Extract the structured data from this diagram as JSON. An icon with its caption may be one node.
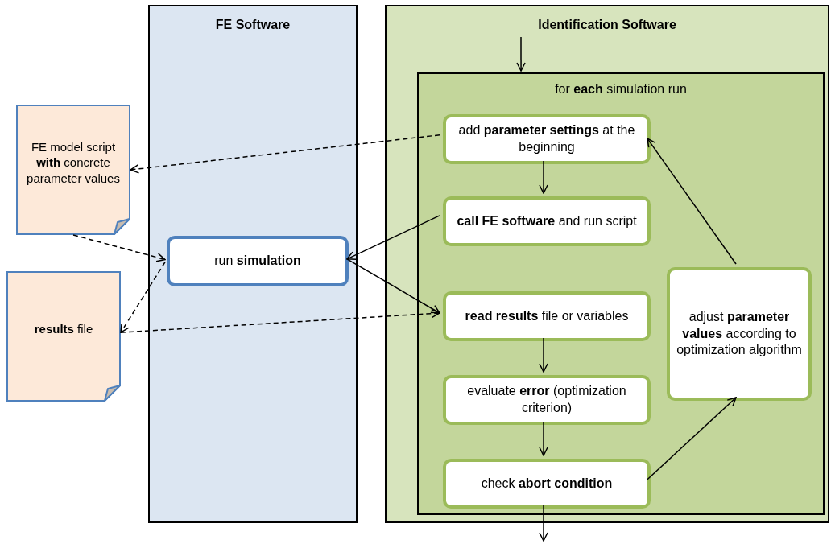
{
  "diagram": {
    "nodes": [
      {
        "text": [
          "FE Software"
        ]
      },
      {
        "text": [
          "Identification Software"
        ]
      },
      {
        "text": [
          "for **each** simulation run"
        ],
        "in": 1
      },
      {
        "text": [
          "add **parameter settings** at the beginning"
        ],
        "in": 2
      },
      {
        "text": [
          "**call FE software** and run script"
        ],
        "in": 2
      },
      {
        "text": [
          "**read results** file or variables"
        ],
        "in": 2
      },
      {
        "text": [
          "evaluate **error** (optimization criterion)"
        ],
        "in": 2
      },
      {
        "text": [
          "check **abort condition**"
        ],
        "in": 2
      },
      {
        "text": [
          "adjust **parameter values** according to optimization algorithm"
        ],
        "in": 2
      },
      {
        "text": [
          "run **simulation**"
        ],
        "in": 0
      },
      {
        "text": [
          "FE model script **with** concrete parameter values"
        ]
      },
      {
        "text": [
          "**results** file"
        ]
      }
    ],
    "edges": [
      {
        "from": null,
        "to": 2,
        "arrow": "to"
      },
      {
        "from": 3,
        "to": 4,
        "arrow": "to"
      },
      {
        "from": 4,
        "to": 9,
        "arrow": "to"
      },
      {
        "from": 9,
        "to": 5,
        "arrow": "to"
      },
      {
        "from": 5,
        "to": 6,
        "arrow": "to"
      },
      {
        "from": 6,
        "to": 7,
        "arrow": "to"
      },
      {
        "from": 7,
        "to": 8,
        "arrow": "to"
      },
      {
        "from": 8,
        "to": 3,
        "arrow": "to"
      },
      {
        "from": 7,
        "to": null,
        "arrow": "to"
      },
      {
        "from": 3,
        "to": 10,
        "arrow": "to",
        "style": "dashed"
      },
      {
        "from": 10,
        "to": 9,
        "arrow": "to",
        "style": "dashed"
      },
      {
        "from": 9,
        "to": 11,
        "arrow": "to",
        "style": "dashed"
      },
      {
        "from": 11,
        "to": 5,
        "arrow": "to",
        "style": "dashed"
      }
    ]
  }
}
